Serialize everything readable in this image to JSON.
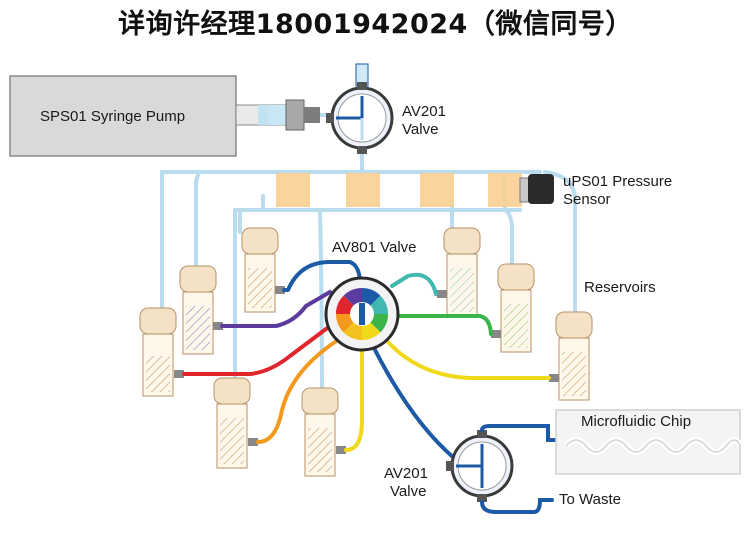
{
  "banner": "详询许经理18001942024（微信同号）",
  "labels": {
    "pump": "SPS01 Syringe Pump",
    "av201_top_1": "AV201",
    "av201_top_2": "Valve",
    "sensor_1": "uPS01 Pressure",
    "sensor_2": "Sensor",
    "av801": "AV801 Valve",
    "reservoirs": "Reservoirs",
    "chip": "Microfluidic Chip",
    "av201_bottom_1": "AV201",
    "av201_bottom_2": "Valve",
    "waste": "To Waste"
  },
  "colors": {
    "red": "#e0262c",
    "orange": "#f39a1e",
    "yellow": "#f0d91a",
    "green": "#3bb44a",
    "teal": "#3fb8b0",
    "blue": "#1d5aa6",
    "purple": "#5b3c9e",
    "tubing": "#b9dcee",
    "junction": "#f9cf91"
  }
}
